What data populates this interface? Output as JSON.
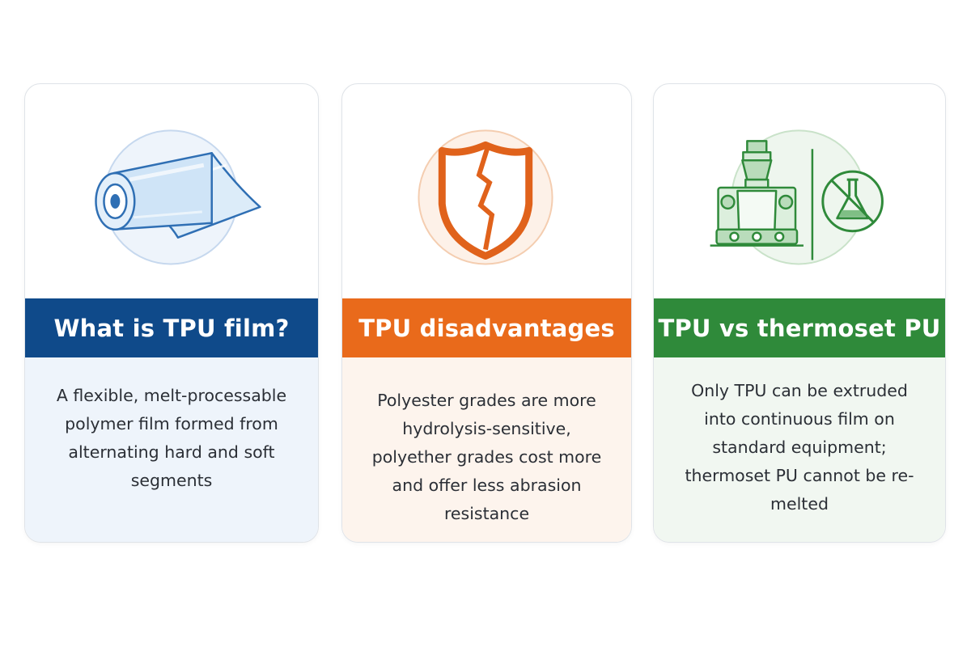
{
  "colors": {
    "blue": "#0f4a8a",
    "orange": "#e96a1b",
    "green": "#2f8a3a"
  },
  "cards": [
    {
      "icon": "film-roll-icon",
      "title": "What is TPU film?",
      "text": "A flexible, melt-processable polymer film formed from alternating hard and soft segments"
    },
    {
      "icon": "cracked-shield-icon",
      "title": "TPU disadvantages",
      "text": "Polyester grades are more hydrolysis-sensitive, polyether grades cost more and offer less abrasion resistance"
    },
    {
      "icon": "extruder-and-no-chemical-icon",
      "title": "TPU vs thermoset PU",
      "text": "Only TPU can be extruded into continuous film on standard equipment; thermoset PU cannot be re-melted"
    }
  ]
}
